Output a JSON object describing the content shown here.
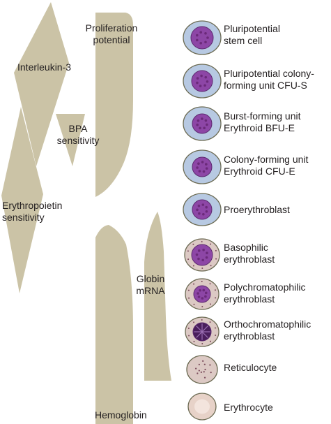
{
  "colors": {
    "band": "#cbc3a6",
    "cell_outline": "#6b6a52",
    "early_cytoplasm": "#b7c9e2",
    "late_cytoplasm": "#dcc9c4",
    "nucleus": "#8d46a6",
    "nucleus_dark": "#4a1f5c",
    "dots": "#6b2a7a"
  },
  "labels": {
    "interleukin": "Interleukin-3",
    "bpa_1": "BPA",
    "bpa_2": "sensitivity",
    "epo_1": "Erythropoietin",
    "epo_2": "sensitivity",
    "prolif_1": "Proliferation",
    "prolif_2": "potential",
    "globin_1": "Globin",
    "globin_2": "mRNA",
    "hemoglobin": "Hemoglobin"
  },
  "stages": [
    {
      "line1": "Pluripotential",
      "line2": "stem cell"
    },
    {
      "line1": "Pluripotential colony-",
      "line2": "forming unit CFU-S"
    },
    {
      "line1": "Burst-forming unit",
      "line2": "Erythroid BFU-E"
    },
    {
      "line1": "Colony-forming unit",
      "line2": "Erythroid CFU-E"
    },
    {
      "line1": "Proerythroblast",
      "line2": ""
    },
    {
      "line1": "Basophilic",
      "line2": "erythroblast"
    },
    {
      "line1": "Polychromatophilic",
      "line2": "erythroblast"
    },
    {
      "line1": "Orthochromatophilic",
      "line2": "erythroblast"
    },
    {
      "line1": "Reticulocyte",
      "line2": ""
    },
    {
      "line1": "Erythrocyte",
      "line2": ""
    }
  ]
}
